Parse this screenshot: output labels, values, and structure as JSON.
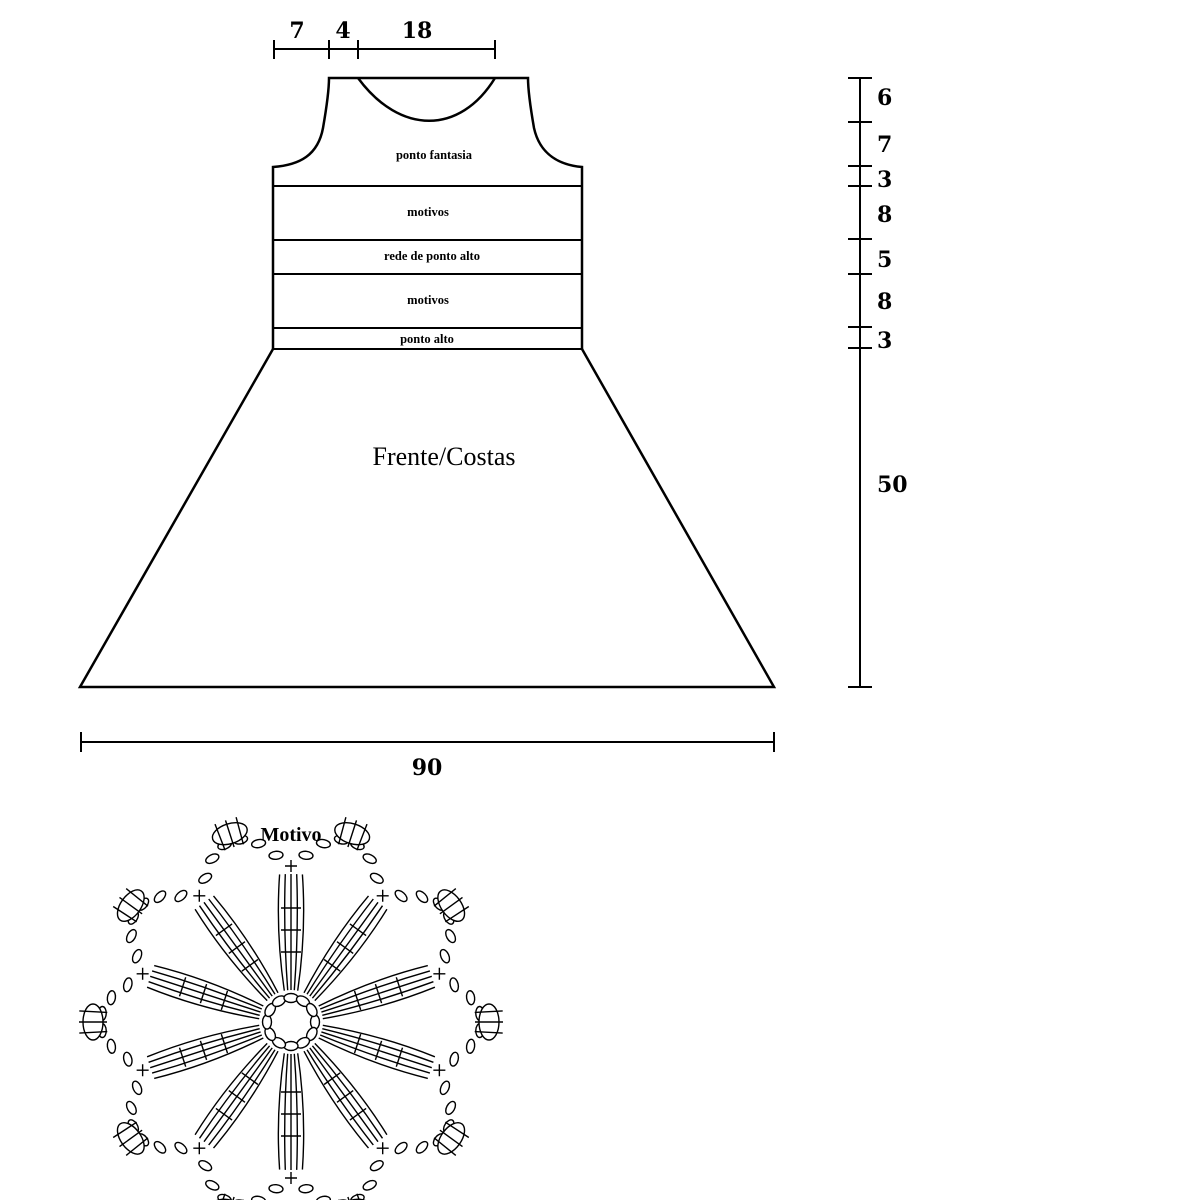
{
  "top_widths": [
    "7",
    "4",
    "18"
  ],
  "heights": [
    "6",
    "7",
    "3",
    "8",
    "5",
    "8",
    "3",
    "50"
  ],
  "bottom_width": "90",
  "bands": [
    "ponto fantasia",
    "motivos",
    "rede de ponto alto",
    "motivos",
    "ponto alto"
  ],
  "piece_label": "Frente/Costas",
  "motif_title": "Motivo"
}
